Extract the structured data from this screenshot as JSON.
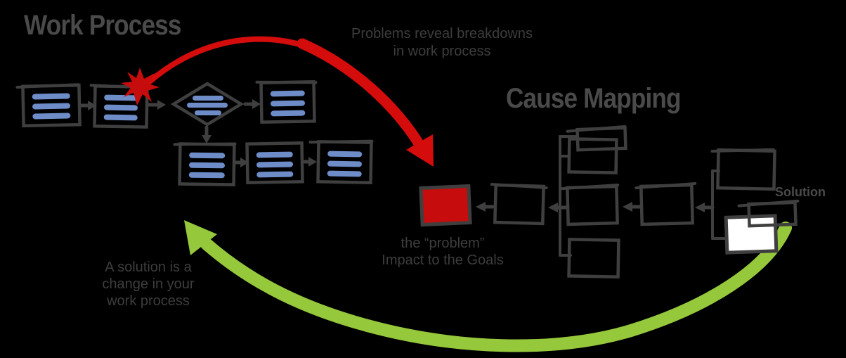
{
  "titles": {
    "work_process": "Work Process",
    "cause_mapping": "Cause Mapping",
    "solution": "Solution"
  },
  "annotations": {
    "problems": {
      "lines": [
        "Problems reveal breakdowns",
        "in work process"
      ]
    },
    "problem_caption": {
      "lines": [
        "the “problem”",
        "Impact to the Goals"
      ]
    },
    "solution_note": {
      "lines": [
        "A solution is a",
        "change in your",
        "work process"
      ]
    }
  },
  "colors": {
    "stroke": "#3f3f3f",
    "blue": "#6e8cc8",
    "red": "#d40c0c",
    "redbox": "#c60c0c",
    "green": "#96c83c",
    "title": "#4a4a4a",
    "text": "#3d3d3d",
    "white": "#ffffff",
    "background": "#000000"
  }
}
